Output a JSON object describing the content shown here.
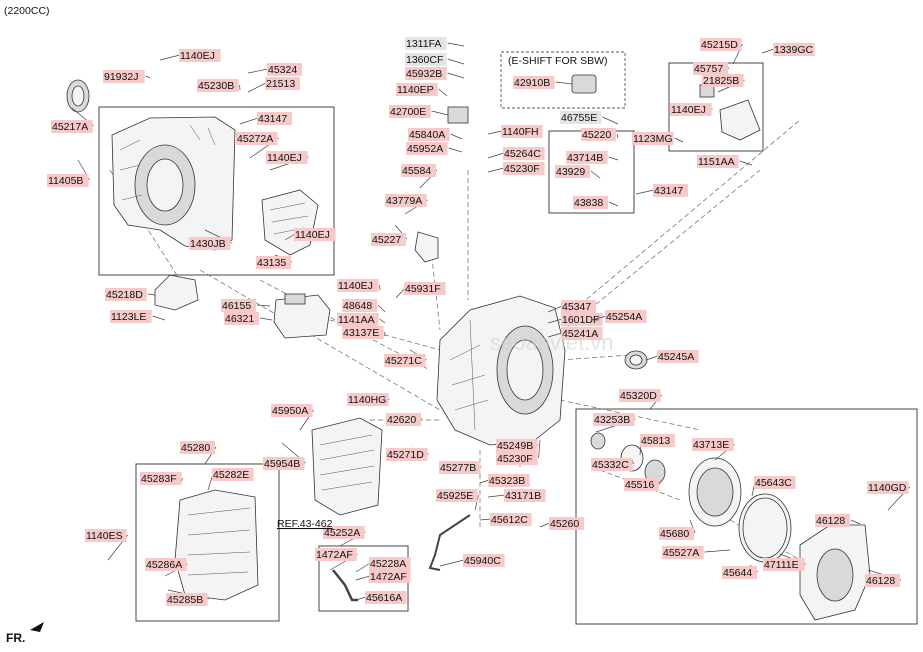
{
  "header": {
    "engine": "(2200CC)"
  },
  "colors": {
    "highlight": "#f7c9c9",
    "grey_label": "#e4e4e4",
    "line": "#333333"
  },
  "box_titles": {
    "e_shift": "(E-SHIFT FOR SBW)"
  },
  "ref_label": "REF.43-462",
  "direction": {
    "label": "FR.",
    "arrow_icon": "arrow-up-left-icon"
  },
  "watermark": "seoanviet.vn",
  "labels": [
    "1140EJ",
    "91932J",
    "45324",
    "45230B",
    "21513",
    "45217A",
    "43147",
    "45272A",
    "1140EJ",
    "11405B",
    "1140EJ",
    "1430JB",
    "43135",
    "45218D",
    "1123LE",
    "1311FA",
    "1360CF",
    "45932B",
    "1140EP",
    "42700E",
    "45840A",
    "45952A",
    "1140FH",
    "45264C",
    "45230F",
    "45584",
    "43779A",
    "45227",
    "42910B",
    "46755E",
    "45220",
    "43714B",
    "43929",
    "43838",
    "43147",
    "45215D",
    "1339GC",
    "45757",
    "21825B",
    "1140EJ",
    "1123MG",
    "1151AA",
    "1140EJ",
    "45931F",
    "48648",
    "1141AA",
    "43137E",
    "45271C",
    "46155",
    "46321",
    "45347",
    "1601DF",
    "45241A",
    "45254A",
    "45245A",
    "45950A",
    "45954B",
    "1140HG",
    "42620",
    "45271D",
    "45277B",
    "45249B",
    "45230F",
    "45323B",
    "43171B",
    "45925E",
    "45612C",
    "45260",
    "45940C",
    "45280",
    "45283F",
    "45282E",
    "1140ES",
    "45286A",
    "45285B",
    "45252A",
    "1472AF",
    "45228A",
    "1472AF",
    "45616A",
    "45320D",
    "43253B",
    "45813",
    "43713E",
    "45332C",
    "45516",
    "45643C",
    "1140GD",
    "46128",
    "45680",
    "45527A",
    "47111E",
    "45644",
    "46128"
  ]
}
